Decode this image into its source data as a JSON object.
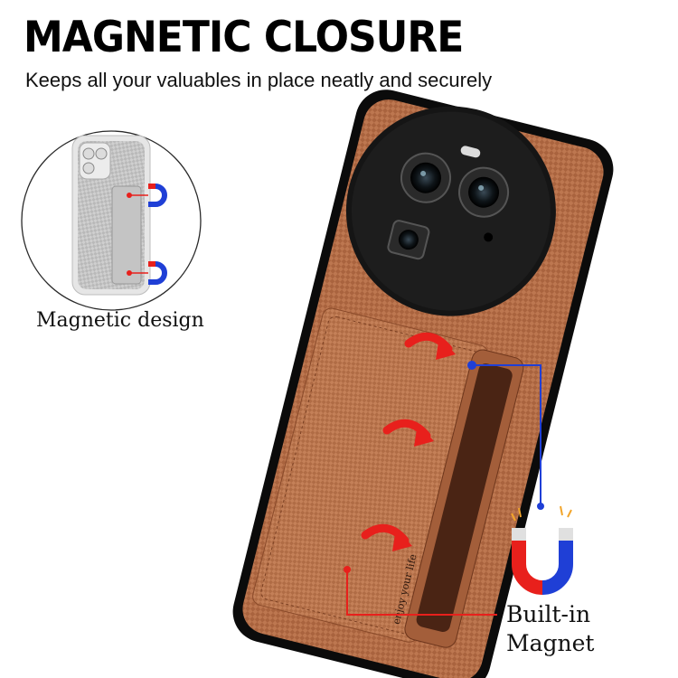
{
  "header": {
    "title": "MAGNETIC CLOSURE",
    "subtitle": "Keeps all your valuables in place neatly and securely"
  },
  "callouts": {
    "magnetic_design": "Magnetic design",
    "built_in_line1": "Built-in",
    "built_in_line2": "Magnet"
  },
  "product": {
    "case_color": "#b9734b",
    "wallet_stitch_text": "enjoy your life"
  },
  "colors": {
    "accent_red": "#e8201c",
    "connector_blue": "#1f3fd6",
    "phone_black": "#0b0b0b"
  }
}
